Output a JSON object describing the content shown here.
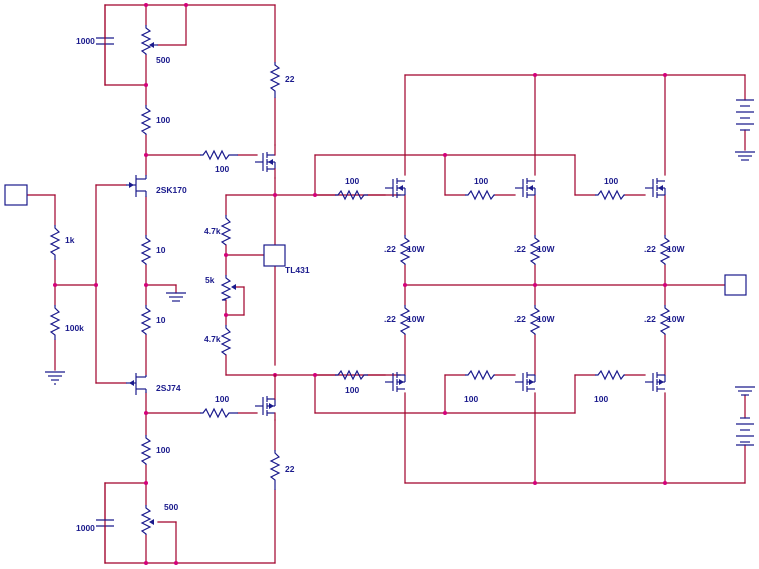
{
  "colors": {
    "wire": "#a0002a",
    "component": "#1a1a8c",
    "junction": "#d4007a",
    "background": "#ffffff"
  },
  "labels": {
    "cap_top": "1000",
    "pot_top": "500",
    "r_top_100": "100",
    "r_drain_top": "22",
    "r_gate_top": "100",
    "jfet_top": "2SK170",
    "r_1k": "1k",
    "r_100k": "100k",
    "r_src_top": "10",
    "r_src_bot": "10",
    "r_47k_top": "4.7k",
    "pot_5k": "5k",
    "r_47k_bot": "4.7k",
    "tl431": "TL431",
    "jfet_bot": "2SJ74",
    "r_gate_bot": "100",
    "r_bot_100": "100",
    "r_drain_bot": "22",
    "cap_bot": "1000",
    "pot_bot": "500",
    "rg_t1": "100",
    "rg_t2": "100",
    "rg_t3": "100",
    "rg_b1": "100",
    "rg_b2": "100",
    "rg_b3": "100",
    "rs_val_t1": ".22",
    "rs_w_t1": "10W",
    "rs_val_t2": ".22",
    "rs_w_t2": "10W",
    "rs_val_t3": ".22",
    "rs_w_t3": "10W",
    "rs_val_b1": ".22",
    "rs_w_b1": "10W",
    "rs_val_b2": ".22",
    "rs_w_b2": "10W",
    "rs_val_b3": ".22",
    "rs_w_b3": "10W"
  }
}
